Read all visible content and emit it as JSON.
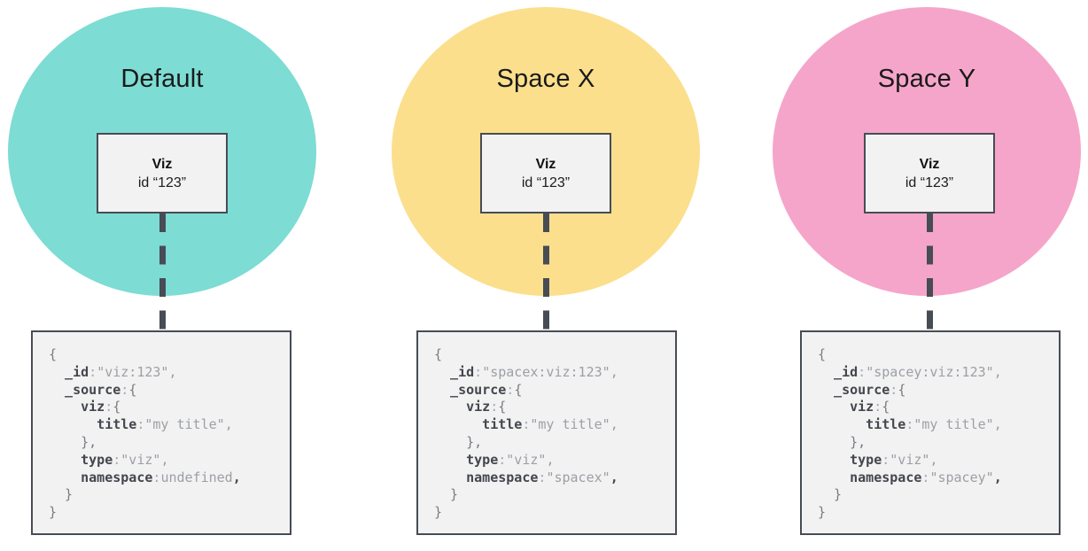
{
  "colors": {
    "teal": "#7ddcd3",
    "yellow": "#fbdf8c",
    "pink": "#f5a5ca",
    "border": "#474c55",
    "panel_fill": "#f2f2f3"
  },
  "columns": [
    {
      "space_label": "Default",
      "circle_color": "#7ddcd3",
      "viz_box": {
        "title": "Viz",
        "id_line": "id “123”"
      },
      "code_lines": [
        [
          {
            "t": "{",
            "c": "pun"
          }
        ],
        [
          {
            "t": "  _id",
            "c": "key"
          },
          {
            "t": ":",
            "c": "col"
          },
          {
            "t": "\"viz:123\"",
            "c": "val"
          },
          {
            "t": ",",
            "c": "val"
          }
        ],
        [
          {
            "t": "  _source",
            "c": "key"
          },
          {
            "t": ":",
            "c": "col"
          },
          {
            "t": "{",
            "c": "pun"
          }
        ],
        [
          {
            "t": "    viz",
            "c": "key"
          },
          {
            "t": ":",
            "c": "col"
          },
          {
            "t": "{",
            "c": "pun"
          }
        ],
        [
          {
            "t": "      title",
            "c": "key"
          },
          {
            "t": ":",
            "c": "col"
          },
          {
            "t": "\"my title\"",
            "c": "val"
          },
          {
            "t": ",",
            "c": "val"
          }
        ],
        [
          {
            "t": "    },",
            "c": "pun"
          }
        ],
        [
          {
            "t": "    type",
            "c": "key"
          },
          {
            "t": ":",
            "c": "col"
          },
          {
            "t": "\"viz\"",
            "c": "val"
          },
          {
            "t": ",",
            "c": "val"
          }
        ],
        [
          {
            "t": "    namespace",
            "c": "key"
          },
          {
            "t": ":",
            "c": "col"
          },
          {
            "t": "undefined",
            "c": "val"
          },
          {
            "t": ",",
            "c": "key"
          }
        ],
        [
          {
            "t": "  }",
            "c": "pun"
          }
        ],
        [
          {
            "t": "}",
            "c": "pun"
          }
        ]
      ]
    },
    {
      "space_label": "Space X",
      "circle_color": "#fbdf8c",
      "viz_box": {
        "title": "Viz",
        "id_line": "id “123”"
      },
      "code_lines": [
        [
          {
            "t": "{",
            "c": "pun"
          }
        ],
        [
          {
            "t": "  _id",
            "c": "key"
          },
          {
            "t": ":",
            "c": "col"
          },
          {
            "t": "\"spacex:viz:123\"",
            "c": "val"
          },
          {
            "t": ",",
            "c": "val"
          }
        ],
        [
          {
            "t": "  _source",
            "c": "key"
          },
          {
            "t": ":",
            "c": "col"
          },
          {
            "t": "{",
            "c": "pun"
          }
        ],
        [
          {
            "t": "    viz",
            "c": "key"
          },
          {
            "t": ":",
            "c": "col"
          },
          {
            "t": "{",
            "c": "pun"
          }
        ],
        [
          {
            "t": "      title",
            "c": "key"
          },
          {
            "t": ":",
            "c": "col"
          },
          {
            "t": "\"my title\"",
            "c": "val"
          },
          {
            "t": ",",
            "c": "val"
          }
        ],
        [
          {
            "t": "    },",
            "c": "pun"
          }
        ],
        [
          {
            "t": "    type",
            "c": "key"
          },
          {
            "t": ":",
            "c": "col"
          },
          {
            "t": "\"viz\"",
            "c": "val"
          },
          {
            "t": ",",
            "c": "val"
          }
        ],
        [
          {
            "t": "    namespace",
            "c": "key"
          },
          {
            "t": ":",
            "c": "col"
          },
          {
            "t": "\"spacex\"",
            "c": "val"
          },
          {
            "t": ",",
            "c": "key"
          }
        ],
        [
          {
            "t": "  }",
            "c": "pun"
          }
        ],
        [
          {
            "t": "}",
            "c": "pun"
          }
        ]
      ]
    },
    {
      "space_label": "Space Y",
      "circle_color": "#f5a5ca",
      "viz_box": {
        "title": "Viz",
        "id_line": "id “123”"
      },
      "code_lines": [
        [
          {
            "t": "{",
            "c": "pun"
          }
        ],
        [
          {
            "t": "  _id",
            "c": "key"
          },
          {
            "t": ":",
            "c": "col"
          },
          {
            "t": "\"spacey:viz:123\"",
            "c": "val"
          },
          {
            "t": ",",
            "c": "val"
          }
        ],
        [
          {
            "t": "  _source",
            "c": "key"
          },
          {
            "t": ":",
            "c": "col"
          },
          {
            "t": "{",
            "c": "pun"
          }
        ],
        [
          {
            "t": "    viz",
            "c": "key"
          },
          {
            "t": ":",
            "c": "col"
          },
          {
            "t": "{",
            "c": "pun"
          }
        ],
        [
          {
            "t": "      title",
            "c": "key"
          },
          {
            "t": ":",
            "c": "col"
          },
          {
            "t": "\"my title\"",
            "c": "val"
          },
          {
            "t": ",",
            "c": "val"
          }
        ],
        [
          {
            "t": "    },",
            "c": "pun"
          }
        ],
        [
          {
            "t": "    type",
            "c": "key"
          },
          {
            "t": ":",
            "c": "col"
          },
          {
            "t": "\"viz\"",
            "c": "val"
          },
          {
            "t": ",",
            "c": "val"
          }
        ],
        [
          {
            "t": "    namespace",
            "c": "key"
          },
          {
            "t": ":",
            "c": "col"
          },
          {
            "t": "\"spacey\"",
            "c": "val"
          },
          {
            "t": ",",
            "c": "key"
          }
        ],
        [
          {
            "t": "  }",
            "c": "pun"
          }
        ],
        [
          {
            "t": "}",
            "c": "pun"
          }
        ]
      ]
    }
  ]
}
